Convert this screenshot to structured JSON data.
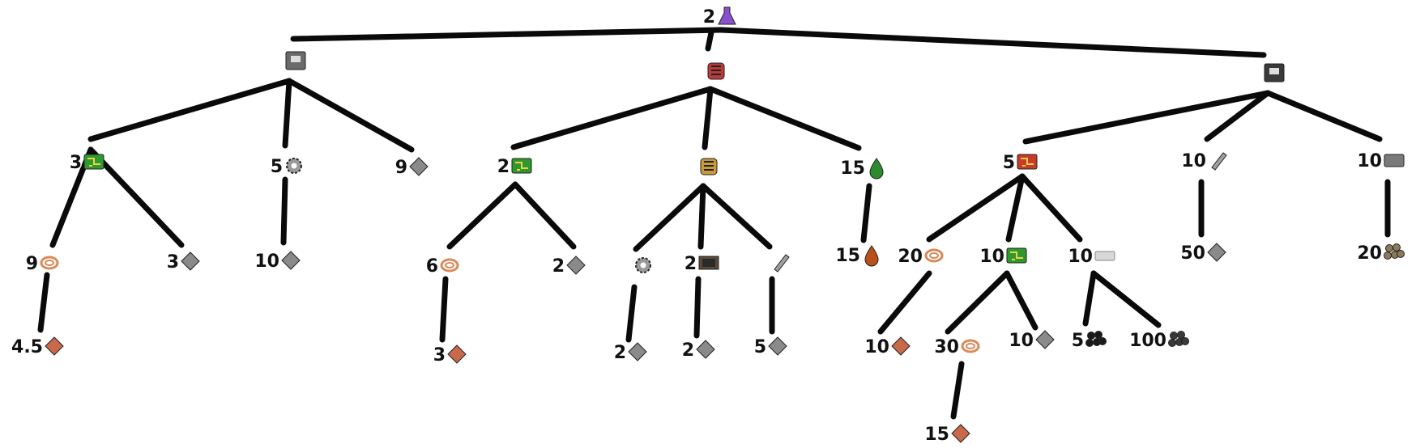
{
  "nodes": [
    {
      "id": "root",
      "qty": "2",
      "icon": "science-pack-flask-icon",
      "color": "#8a4fd0"
    },
    {
      "id": "A",
      "qty": "",
      "icon": "lab-machine-icon",
      "color": "#6a6a6a"
    },
    {
      "id": "B",
      "qty": "",
      "icon": "engine-unit-red-icon",
      "color": "#b83a3a"
    },
    {
      "id": "C",
      "qty": "",
      "icon": "assembler-dark-icon",
      "color": "#3a3a3a"
    },
    {
      "id": "A1",
      "qty": "3",
      "icon": "green-circuit-icon",
      "color": "#2e9a2e"
    },
    {
      "id": "A2",
      "qty": "5",
      "icon": "gear-icon",
      "color": "#9a9a9a"
    },
    {
      "id": "A3",
      "qty": "9",
      "icon": "iron-plate-icon",
      "color": "#8a8a8a"
    },
    {
      "id": "A1a",
      "qty": "9",
      "icon": "copper-cable-icon",
      "color": "#d98a5a"
    },
    {
      "id": "A1b",
      "qty": "3",
      "icon": "iron-plate-icon",
      "color": "#8a8a8a"
    },
    {
      "id": "A2a",
      "qty": "10",
      "icon": "iron-plate-icon",
      "color": "#8a8a8a"
    },
    {
      "id": "A1a1",
      "qty": "4.5",
      "icon": "copper-plate-icon",
      "color": "#c8694a"
    },
    {
      "id": "B1",
      "qty": "2",
      "icon": "green-circuit-icon",
      "color": "#2e9a2e"
    },
    {
      "id": "B2",
      "qty": "",
      "icon": "engine-unit-icon",
      "color": "#c89a3a"
    },
    {
      "id": "B3",
      "qty": "15",
      "icon": "lubricant-drop-icon",
      "color": "#2e8a2e"
    },
    {
      "id": "B1a",
      "qty": "6",
      "icon": "copper-cable-icon",
      "color": "#d98a5a"
    },
    {
      "id": "B1b",
      "qty": "2",
      "icon": "iron-plate-icon",
      "color": "#8a8a8a"
    },
    {
      "id": "B1a1",
      "qty": "3",
      "icon": "copper-plate-icon",
      "color": "#c8694a"
    },
    {
      "id": "B2a",
      "qty": "",
      "icon": "gear-icon",
      "color": "#9a9a9a"
    },
    {
      "id": "B2b",
      "qty": "2",
      "icon": "pipe-icon",
      "color": "#5a4a3a"
    },
    {
      "id": "B2c",
      "qty": "",
      "icon": "steel-beam-icon",
      "color": "#a0a0a0"
    },
    {
      "id": "B2a1",
      "qty": "2",
      "icon": "iron-plate-icon",
      "color": "#8a8a8a"
    },
    {
      "id": "B2b1",
      "qty": "2",
      "icon": "iron-plate-icon",
      "color": "#8a8a8a"
    },
    {
      "id": "B2c1",
      "qty": "5",
      "icon": "iron-plate-icon",
      "color": "#8a8a8a"
    },
    {
      "id": "B3a",
      "qty": "15",
      "icon": "heavy-oil-drop-icon",
      "color": "#b8501a"
    },
    {
      "id": "C1",
      "qty": "5",
      "icon": "red-circuit-icon",
      "color": "#c83a2a"
    },
    {
      "id": "C2",
      "qty": "10",
      "icon": "steel-beam-icon",
      "color": "#a0a0a0"
    },
    {
      "id": "C3",
      "qty": "10",
      "icon": "stone-brick-icon",
      "color": "#7a7a7a"
    },
    {
      "id": "C1a",
      "qty": "20",
      "icon": "copper-cable-icon",
      "color": "#d98a5a"
    },
    {
      "id": "C1b",
      "qty": "10",
      "icon": "green-circuit-icon",
      "color": "#2e9a2e"
    },
    {
      "id": "C1c",
      "qty": "10",
      "icon": "plastic-bar-icon",
      "color": "#d8d8d8"
    },
    {
      "id": "C1a1",
      "qty": "10",
      "icon": "copper-plate-icon",
      "color": "#c8694a"
    },
    {
      "id": "C1b1",
      "qty": "30",
      "icon": "copper-cable-icon",
      "color": "#d98a5a"
    },
    {
      "id": "C1b2",
      "qty": "10",
      "icon": "iron-plate-icon",
      "color": "#8a8a8a"
    },
    {
      "id": "C1b1a",
      "qty": "15",
      "icon": "copper-plate-icon",
      "color": "#c8694a"
    },
    {
      "id": "C1c1",
      "qty": "5",
      "icon": "coal-icon",
      "color": "#1a1a1a"
    },
    {
      "id": "C1c2",
      "qty": "100",
      "icon": "petroleum-gas-icon",
      "color": "#3a3a3a"
    },
    {
      "id": "C2a",
      "qty": "50",
      "icon": "iron-plate-icon",
      "color": "#8a8a8a"
    },
    {
      "id": "C3a",
      "qty": "20",
      "icon": "stone-icon",
      "color": "#8a7a5a"
    }
  ]
}
